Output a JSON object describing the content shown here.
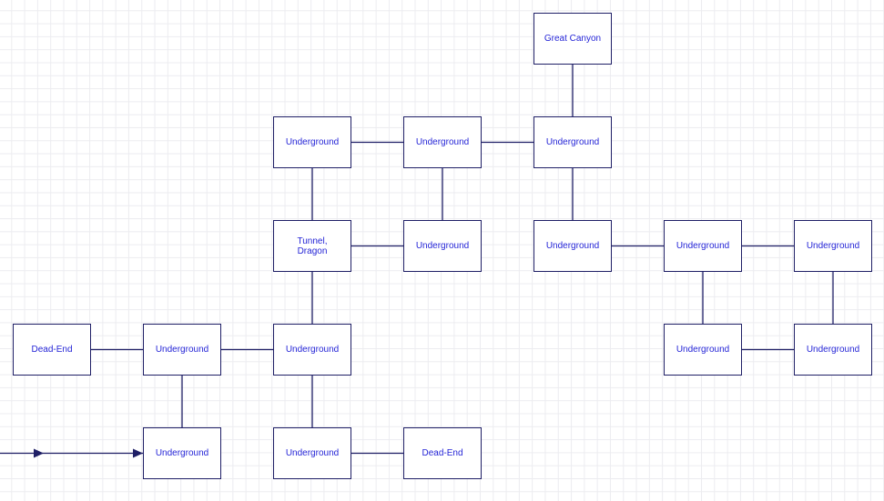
{
  "diagram": {
    "colors": {
      "node_border": "#1f1f66",
      "node_text": "#2424d6",
      "edge": "#1f1f66",
      "grid": "#ececf0"
    },
    "nodes": [
      {
        "id": "great-canyon",
        "label": "Great Canyon"
      },
      {
        "id": "ug-r1-c2",
        "label": "Underground"
      },
      {
        "id": "ug-r1-c3",
        "label": "Underground"
      },
      {
        "id": "ug-r1-c4",
        "label": "Underground"
      },
      {
        "id": "tunnel-dragon",
        "label": "Tunnel,\nDragon"
      },
      {
        "id": "ug-r2-c3",
        "label": "Underground"
      },
      {
        "id": "ug-r2-c4",
        "label": "Underground"
      },
      {
        "id": "ug-r2-c5",
        "label": "Underground"
      },
      {
        "id": "ug-r2-c6",
        "label": "Underground"
      },
      {
        "id": "dead-end-left",
        "label": "Dead-End"
      },
      {
        "id": "ug-r3-c1",
        "label": "Underground"
      },
      {
        "id": "ug-r3-c2",
        "label": "Underground"
      },
      {
        "id": "ug-r3-c5",
        "label": "Underground"
      },
      {
        "id": "ug-r3-c6",
        "label": "Underground"
      },
      {
        "id": "ug-r4-c1",
        "label": "Underground"
      },
      {
        "id": "ug-r4-c2",
        "label": "Underground"
      },
      {
        "id": "dead-end-bottom",
        "label": "Dead-End"
      }
    ],
    "edges": [
      {
        "from": "great-canyon",
        "to": "ug-r1-c4"
      },
      {
        "from": "ug-r1-c2",
        "to": "ug-r1-c3"
      },
      {
        "from": "ug-r1-c3",
        "to": "ug-r1-c4"
      },
      {
        "from": "ug-r1-c2",
        "to": "tunnel-dragon"
      },
      {
        "from": "ug-r1-c3",
        "to": "ug-r2-c3"
      },
      {
        "from": "ug-r1-c4",
        "to": "ug-r2-c4"
      },
      {
        "from": "tunnel-dragon",
        "to": "ug-r2-c3"
      },
      {
        "from": "ug-r2-c4",
        "to": "ug-r2-c5"
      },
      {
        "from": "ug-r2-c5",
        "to": "ug-r2-c6"
      },
      {
        "from": "tunnel-dragon",
        "to": "ug-r3-c2"
      },
      {
        "from": "ug-r2-c5",
        "to": "ug-r3-c5"
      },
      {
        "from": "ug-r2-c6",
        "to": "ug-r3-c6"
      },
      {
        "from": "dead-end-left",
        "to": "ug-r3-c1"
      },
      {
        "from": "ug-r3-c1",
        "to": "ug-r3-c2"
      },
      {
        "from": "ug-r3-c5",
        "to": "ug-r3-c6"
      },
      {
        "from": "ug-r3-c1",
        "to": "ug-r4-c1"
      },
      {
        "from": "ug-r3-c2",
        "to": "ug-r4-c2"
      },
      {
        "from": "ug-r4-c2",
        "to": "dead-end-bottom"
      }
    ],
    "entry_arrow": {
      "to": "ug-r4-c1",
      "from_edge": "left"
    }
  }
}
